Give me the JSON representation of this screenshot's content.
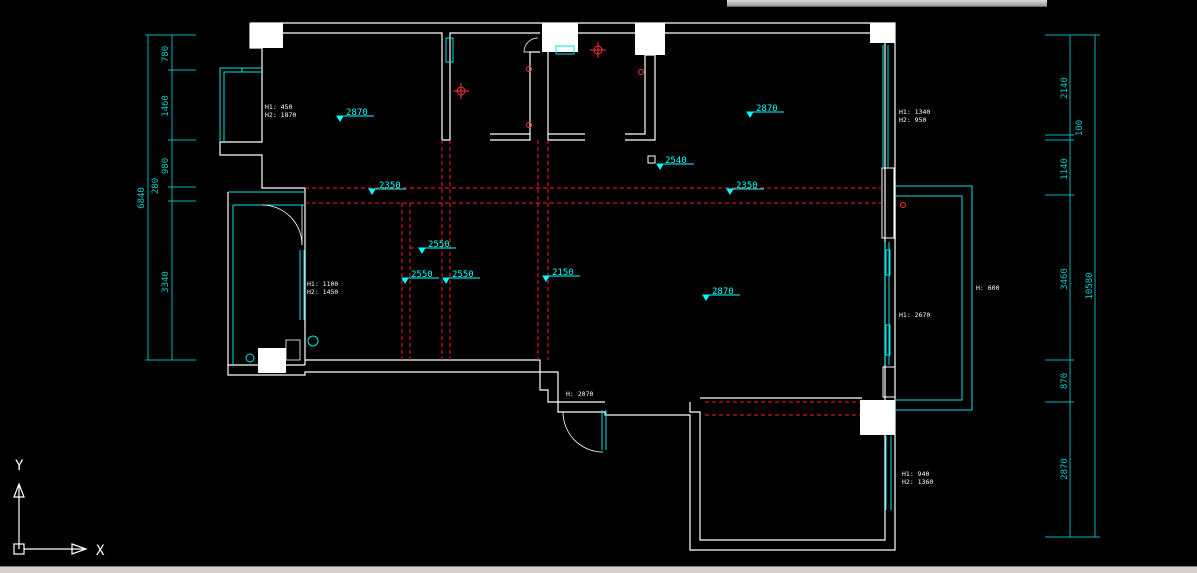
{
  "window": {
    "title_fragment": ""
  },
  "colors": {
    "background": "#000000",
    "wall": "#ffffff",
    "dimension": "#00c8c8",
    "window_frame": "#00e5e5",
    "ceiling_dashed": "#ff2020",
    "level_marker": "#00ffff",
    "fixture": "#ff3030"
  },
  "dimensions_left": {
    "total": "6840",
    "segments": [
      "780",
      "1460",
      "980",
      "280",
      "3340"
    ]
  },
  "dimensions_right": {
    "total": "10580",
    "segments": [
      "2140",
      "100",
      "1140",
      "3460",
      "870",
      "2870"
    ]
  },
  "ceiling_levels": [
    "2870",
    "2870",
    "2350",
    "2350",
    "2540",
    "2550",
    "2550",
    "2550",
    "2150",
    "2870"
  ],
  "window_labels": {
    "w1_h1": "H1: 450",
    "w1_h2": "H2: 1870",
    "w2_h1": "H1: 1340",
    "w2_h2": "H2: 950",
    "w3_h1": "H1: 1100",
    "w3_h2": "H2: 1450",
    "w4_h1": "H1: 2670",
    "w5_h": "H: 600",
    "w6_h": "H: 2070",
    "w7_h1": "H1: 940",
    "w7_h2": "H2: 1360"
  },
  "ucs": {
    "x_label": "X",
    "y_label": "Y"
  },
  "statusbar": {
    "tabs": [
      "",
      "",
      ""
    ]
  }
}
